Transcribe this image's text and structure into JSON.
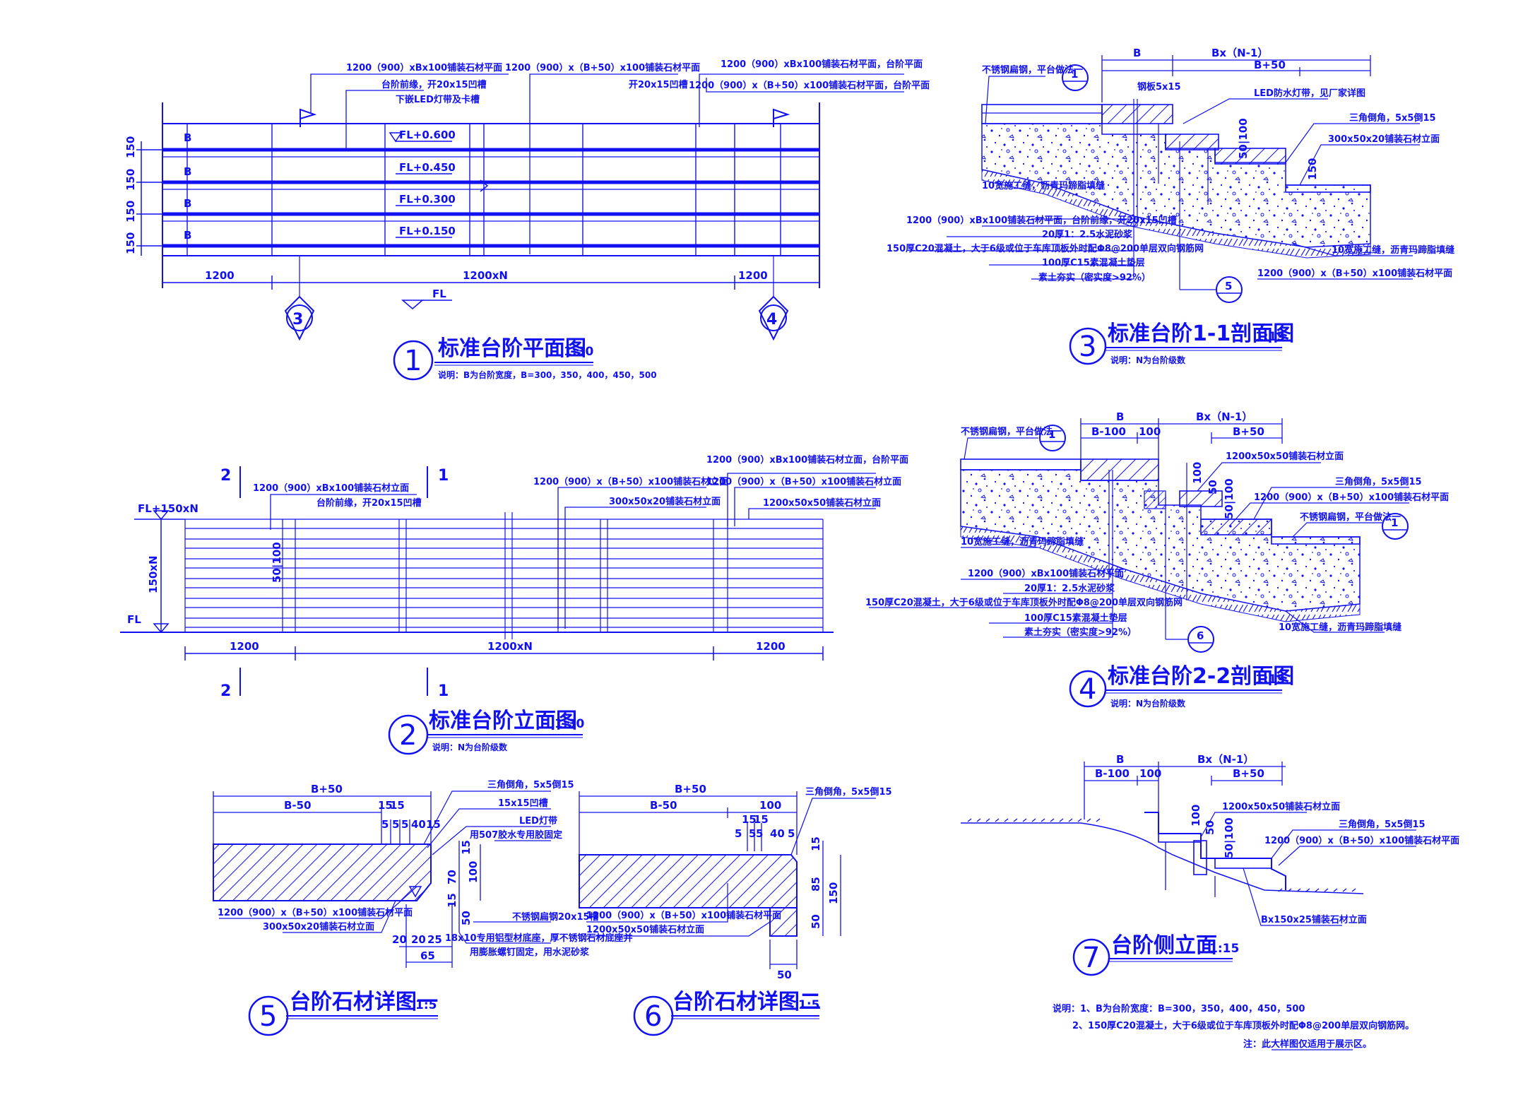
{
  "drawings": {
    "d1": {
      "num": "1",
      "title": "标准台阶平面图",
      "scale": "1:30",
      "note": "说明：B为台阶宽度，B=300，350，400，450，500"
    },
    "d2": {
      "num": "2",
      "title": "标准台阶立面图",
      "scale": "1:30",
      "note": "说明：N为台阶级数"
    },
    "d3": {
      "num": "3",
      "title": "标准台阶1-1剖面图",
      "scale": "1:15",
      "note": "说明：N为台阶级数"
    },
    "d4": {
      "num": "4",
      "title": "标准台阶2-2剖面图",
      "scale": "1:15",
      "note": "说明：N为台阶级数"
    },
    "d5": {
      "num": "5",
      "title": "台阶石材详图一",
      "scale": "1:5"
    },
    "d6": {
      "num": "6",
      "title": "台阶石材详图二",
      "scale": "1:5"
    },
    "d7": {
      "num": "7",
      "title": "台阶侧立面",
      "scale": "1:15"
    }
  },
  "plan": {
    "callouts": [
      "1200（900）xBx100铺装石材平面",
      "台阶前缘，开20x15凹槽",
      "下嵌LED灯带及卡槽",
      "1200（900）x（B+50）x100铺装石材平面",
      "开20x15凹槽",
      "1200（900）xBx100铺装石材平面，台阶平面",
      "1200（900）x（B+50）x100铺装石材平面，台阶平面"
    ],
    "levels": [
      "FL+0.600",
      "FL+0.450",
      "FL+0.300",
      "FL+0.150"
    ],
    "dims_bottom": [
      "1200",
      "1200xN",
      "1200"
    ],
    "dims_left": [
      "150",
      "150",
      "150",
      "150"
    ],
    "step_b": "B",
    "fl": "FL",
    "markers": [
      "3",
      "4"
    ]
  },
  "elev": {
    "callouts": [
      "1200（900）xBx100铺装石材立面",
      "台阶前缘，开20x15凹槽",
      "1200（900）x（B+50）x100铺装石材立面",
      "300x50x20铺装石材立面",
      "1200（900）xBx100铺装石材立面，台阶平面",
      "1200（900）x（B+50）x100铺装石材立面",
      "1200x50x50铺装石材立面"
    ],
    "top_level": "FL+150xN",
    "height": "150xN",
    "fl": "FL",
    "riser": "50|100",
    "dims": [
      "1200",
      "1200xN",
      "1200"
    ],
    "sections": [
      "2",
      "1",
      "2",
      "1"
    ]
  },
  "sec1": {
    "labels_left": [
      "不锈钢扁钢，平台做法一",
      "1200（900）xBx100铺装石材平面，台阶前缘，开20x15凹槽",
      "20厚1：2.5水泥砂浆",
      "150厚C20混凝土，大于6级或位于车库顶板外时配Φ8@200单层双向钢筋网",
      "100厚C15素混凝土垫层",
      "素土夯实（密实度>92%）",
      "10宽施工缝，沥青玛蹄脂填缝"
    ],
    "labels_right": [
      "LED防水灯带，见厂家详图",
      "三角倒角，5x5倒15",
      "300x50x20铺装石材立面",
      "10宽施工缝，沥青玛蹄脂填缝",
      "1200（900）x（B+50）x100铺装石材平面"
    ],
    "misc": [
      "钢板5x15",
      "B",
      "Bx（N-1）",
      "B+50",
      "50|100",
      "150",
      "1",
      "5"
    ]
  },
  "sec2": {
    "labels_left": [
      "不锈钢扁钢，平台做法一",
      "10宽施工缝，沥青玛蹄脂填缝",
      "1200（900）xBx100铺装石材平面",
      "20厚1：2.5水泥砂浆",
      "150厚C20混凝土，大于6级或位于车库顶板外时配Φ8@200单层双向钢筋网",
      "100厚C15素混凝土垫层",
      "素土夯实（密实度>92%）"
    ],
    "labels_right": [
      "1200x50x50铺装石材立面",
      "三角倒角，5x5倒15",
      "1200（900）x（B+50）x100铺装石材平面",
      "不锈钢扁钢，平台做法一",
      "10宽施工缝，沥青玛蹄脂填缝"
    ],
    "misc": [
      "B",
      "B-100",
      "100",
      "Bx（N-1）",
      "B+50",
      "100",
      "50",
      "50|100",
      "1",
      "6"
    ]
  },
  "det5": {
    "dims_top": [
      "B+50",
      "B-50",
      "15",
      "15",
      "5",
      "5",
      "5",
      "40",
      "15"
    ],
    "dims_side": [
      "15",
      "70",
      "100",
      "15",
      "50"
    ],
    "dims_bottom": [
      "20",
      "20",
      "25",
      "65"
    ],
    "labels": [
      "三角倒角，5x5倒15",
      "15x15凹槽",
      "LED灯带",
      "用507胶水专用胶固定",
      "1200（900）x（B+50）x100铺装石材平面",
      "300x50x20铺装石材立面",
      "不锈钢扁钢20x15槽",
      "18x10专用铝型材底座，厚不锈钢石材底座并",
      "用膨胀螺钉固定，用水泥砂浆"
    ]
  },
  "det6": {
    "dims_top": [
      "B+50",
      "B-50",
      "100",
      "15",
      "15",
      "5",
      "5",
      "5",
      "40",
      "5"
    ],
    "dims_side": [
      "15",
      "85",
      "50",
      "150"
    ],
    "dims_bottom": [
      "50"
    ],
    "labels": [
      "三角倒角，5x5倒15",
      "1200（900）x（B+50）x100铺装石材平面",
      "1200x50x50铺装石材立面"
    ]
  },
  "side": {
    "dims": [
      "B",
      "Bx（N-1）",
      "B-100",
      "100",
      "B+50",
      "100",
      "50",
      "50|100"
    ],
    "labels": [
      "1200x50x50铺装石材立面",
      "三角倒角，5x5倒15",
      "1200（900）x（B+50）x100铺装石材平面",
      "Bx150x25铺装石材立面"
    ]
  },
  "notes": {
    "n1": "说明：1、B为台阶宽度：B=300，350，400，450，500",
    "n2": "2、150厚C20混凝土，大于6级或位于车库顶板外时配Φ8@200单层双向钢筋网。",
    "n3": "注：此大样图仅适用于展示区。"
  }
}
